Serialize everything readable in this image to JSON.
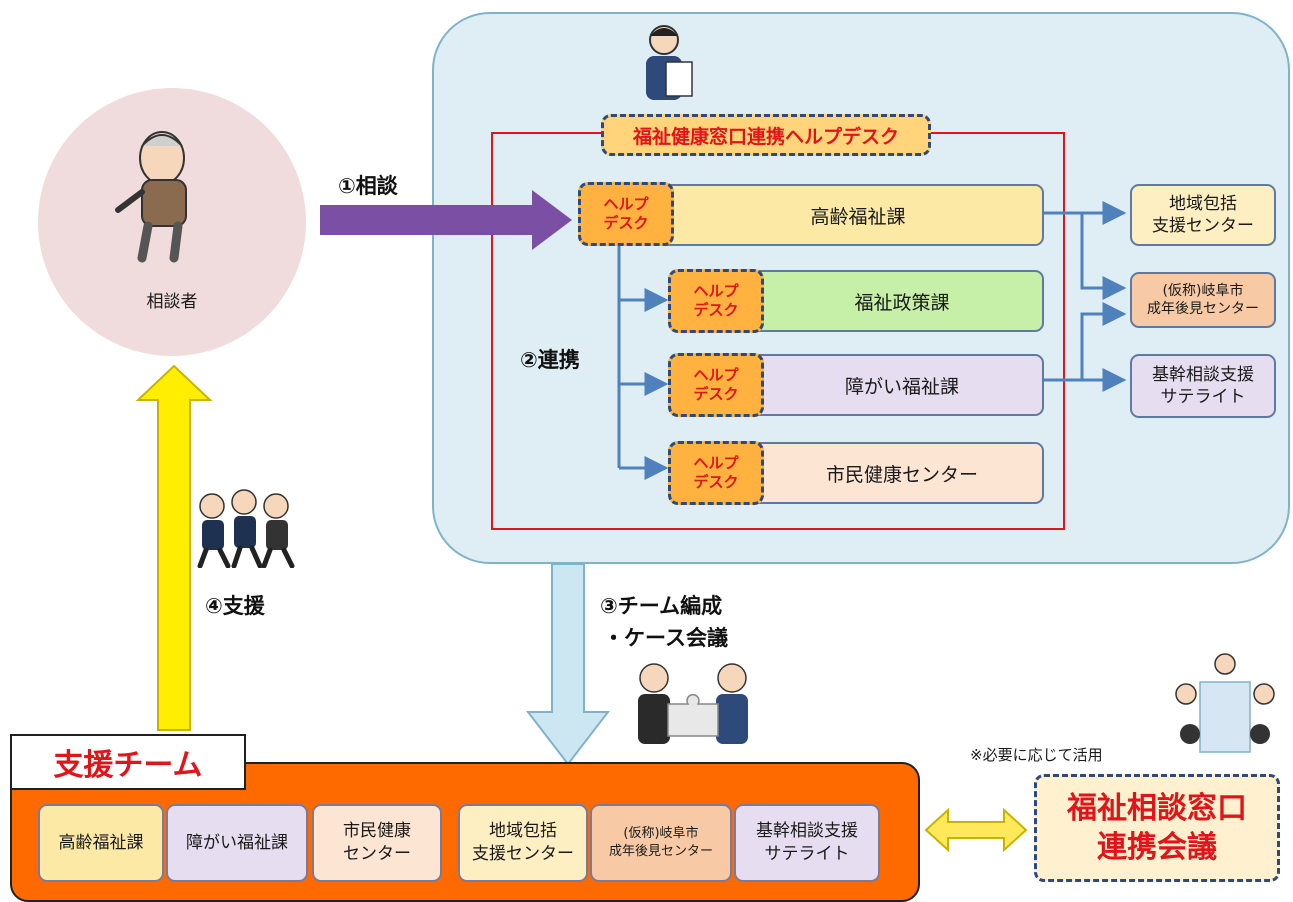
{
  "consultee": {
    "label": "相談者"
  },
  "steps": {
    "consult": "①相談",
    "coordinate": "②連携",
    "team_line1": "③チーム編成",
    "team_line2": "・ケース会議",
    "support": "④支援"
  },
  "helpdesk": {
    "title": "福祉健康窓口連携ヘルプデスク"
  },
  "badge_text": {
    "line1": "ヘルプ",
    "line2": "デスク"
  },
  "departments": [
    {
      "name": "高齢福祉課",
      "fill": "#fde9a6"
    },
    {
      "name": "福祉政策課",
      "fill": "#c6efa8"
    },
    {
      "name": "障がい福祉課",
      "fill": "#e6ddf0"
    },
    {
      "name": "市民健康センター",
      "fill": "#fde5d4"
    }
  ],
  "partners": [
    {
      "line1": "地域包括",
      "line2": "支援センター",
      "fill": "#fdefc2"
    },
    {
      "line1": "(仮称)岐阜市",
      "line2": "成年後見センター",
      "fill": "#f7c9a4"
    },
    {
      "line1": "基幹相談支援",
      "line2": "サテライト",
      "fill": "#e6ddf0"
    }
  ],
  "support_team": {
    "title": "支援チーム",
    "members": [
      {
        "line1": "高齢福祉課",
        "line2": "",
        "fill": "#fde9a6"
      },
      {
        "line1": "障がい福祉課",
        "line2": "",
        "fill": "#e6ddf0"
      },
      {
        "line1": "市民健康",
        "line2": "センター",
        "fill": "#fde5d4"
      },
      {
        "line1": "地域包括",
        "line2": "支援センター",
        "fill": "#fdefc2"
      },
      {
        "line1": "(仮称)岐阜市",
        "line2": "成年後見センター",
        "fill": "#f7c9a4"
      },
      {
        "line1": "基幹相談支援",
        "line2": "サテライト",
        "fill": "#e6ddf0"
      }
    ]
  },
  "meeting": {
    "note": "※必要に応じて活用",
    "line1": "福祉相談窓口",
    "line2": "連携会議"
  },
  "colors": {
    "consult_arrow": "#7b4fa3",
    "connector": "#4f81bd",
    "support_arrow": "#ffee00",
    "team_arrow": "#cde7f2",
    "exchange_arrow": "#ffe95a"
  }
}
